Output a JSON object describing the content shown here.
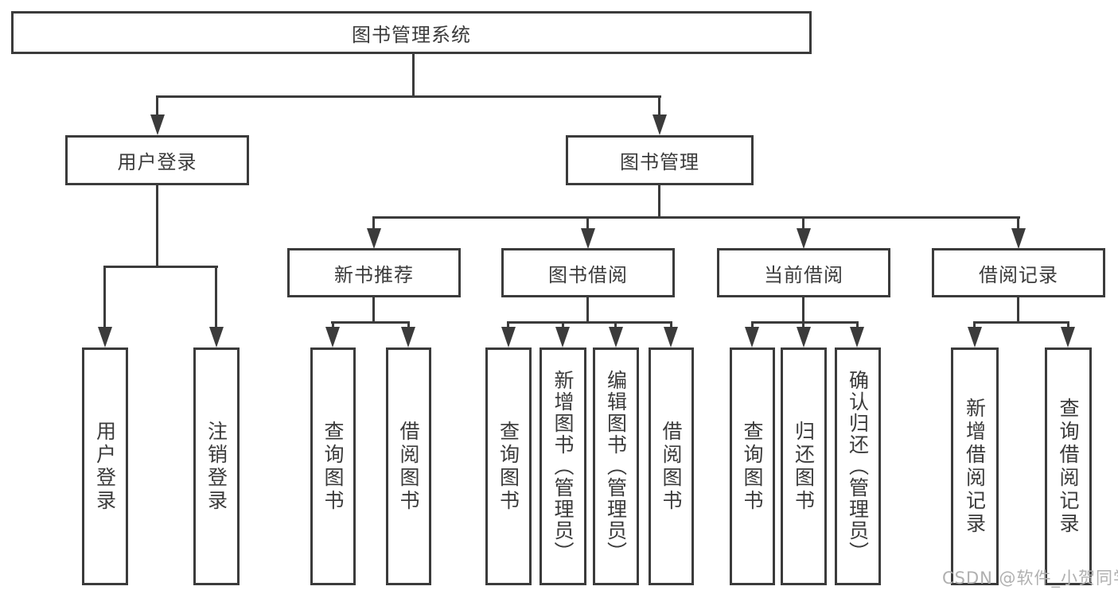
{
  "diagram": {
    "type": "hierarchy-tree",
    "background": "#ffffff",
    "line_color": "#3b3b3b",
    "text_color": "#3b3b3b",
    "box_fill": "#ffffff",
    "watermark": {
      "text": "CSDN @软件_小贺同学",
      "color": "#b0b0b0"
    },
    "nodes": {
      "root": "图书管理系统",
      "user_login": "用户登录",
      "book_management": "图书管理",
      "user_login_leaf": "用户登录",
      "logout_leaf": "注销登录",
      "new_book_recommend": "新书推荐",
      "book_borrow": "图书借阅",
      "current_borrow": "当前借阅",
      "borrow_records": "借阅记录",
      "nbr_query_book": "查询图书",
      "nbr_borrow_book": "借阅图书",
      "bb_query_book": "查询图书",
      "bb_add_book": "新增图书（管理员）",
      "bb_edit_book": "编辑图书（管理员）",
      "bb_borrow_book": "借阅图书",
      "cb_query_book": "查询图书",
      "cb_return_book": "归还图书",
      "cb_confirm_return": "确认归还（管理员）",
      "br_add_record": "新增借阅记录",
      "br_query_record": "查询借阅记录"
    },
    "hierarchy": {
      "图书管理系统": {
        "用户登录": [
          "用户登录",
          "注销登录"
        ],
        "图书管理": {
          "新书推荐": [
            "查询图书",
            "借阅图书"
          ],
          "图书借阅": [
            "查询图书",
            "新增图书（管理员）",
            "编辑图书（管理员）",
            "借阅图书"
          ],
          "当前借阅": [
            "查询图书",
            "归还图书",
            "确认归还（管理员）"
          ],
          "借阅记录": [
            "新增借阅记录",
            "查询借阅记录"
          ]
        }
      }
    }
  }
}
